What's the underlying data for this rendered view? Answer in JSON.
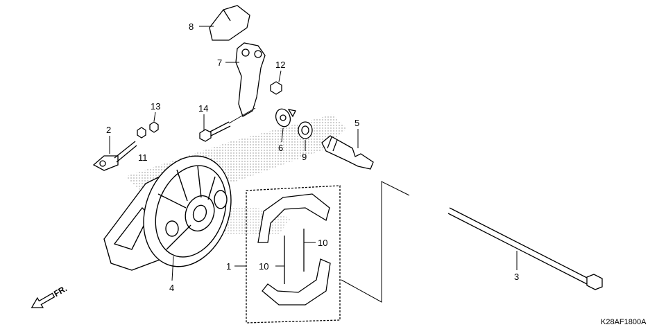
{
  "diagram": {
    "callouts": {
      "c1": "1",
      "c2": "2",
      "c3": "3",
      "c4": "4",
      "c5": "5",
      "c6": "6",
      "c7": "7",
      "c8": "8",
      "c9": "9",
      "c10a": "10",
      "c10b": "10",
      "c11": "11",
      "c12": "12",
      "c13": "13",
      "c14": "14"
    },
    "direction_label": "FR.",
    "diagram_code": "K28AF1800A"
  }
}
